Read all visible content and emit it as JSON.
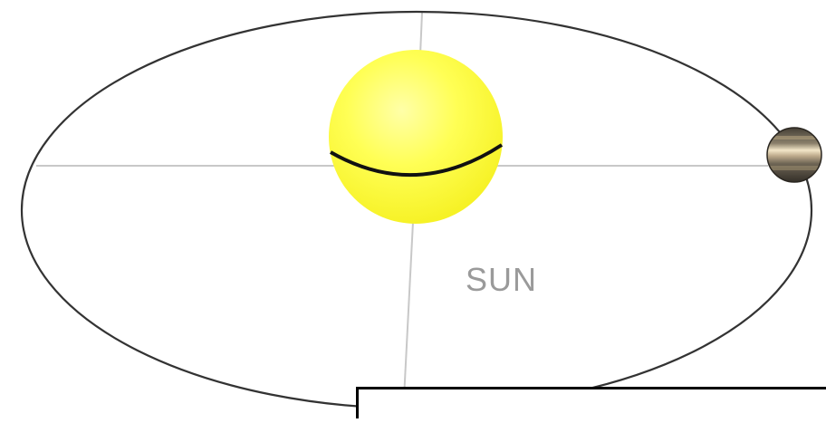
{
  "diagram": {
    "sun_label": "SUN",
    "caption_text": "",
    "colors": {
      "sun": "#ffff33",
      "sun_highlight": "#ffff9a",
      "orbit": "#333333",
      "axes": "#c8c8c8",
      "planet_dark": "#4a4438",
      "planet_light": "#f2e4c4",
      "label": "#9a9a9a"
    },
    "icons": {
      "sun": "sun-sphere",
      "planet": "planet-sphere"
    }
  }
}
